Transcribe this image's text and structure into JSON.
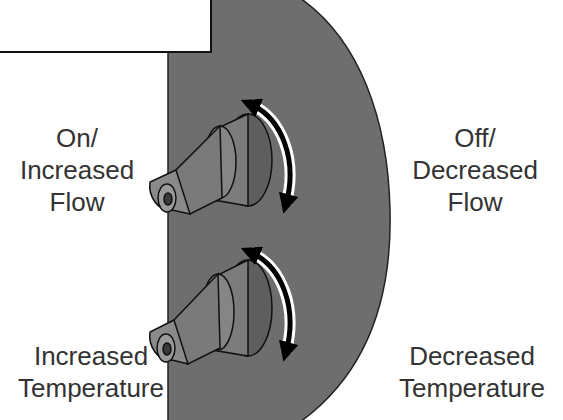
{
  "diagram": {
    "labels": [
      "On/ Increased Flow",
      "Off/ Decreased Flow",
      "Increased Temperature",
      "Decreased Temperature"
    ]
  }
}
